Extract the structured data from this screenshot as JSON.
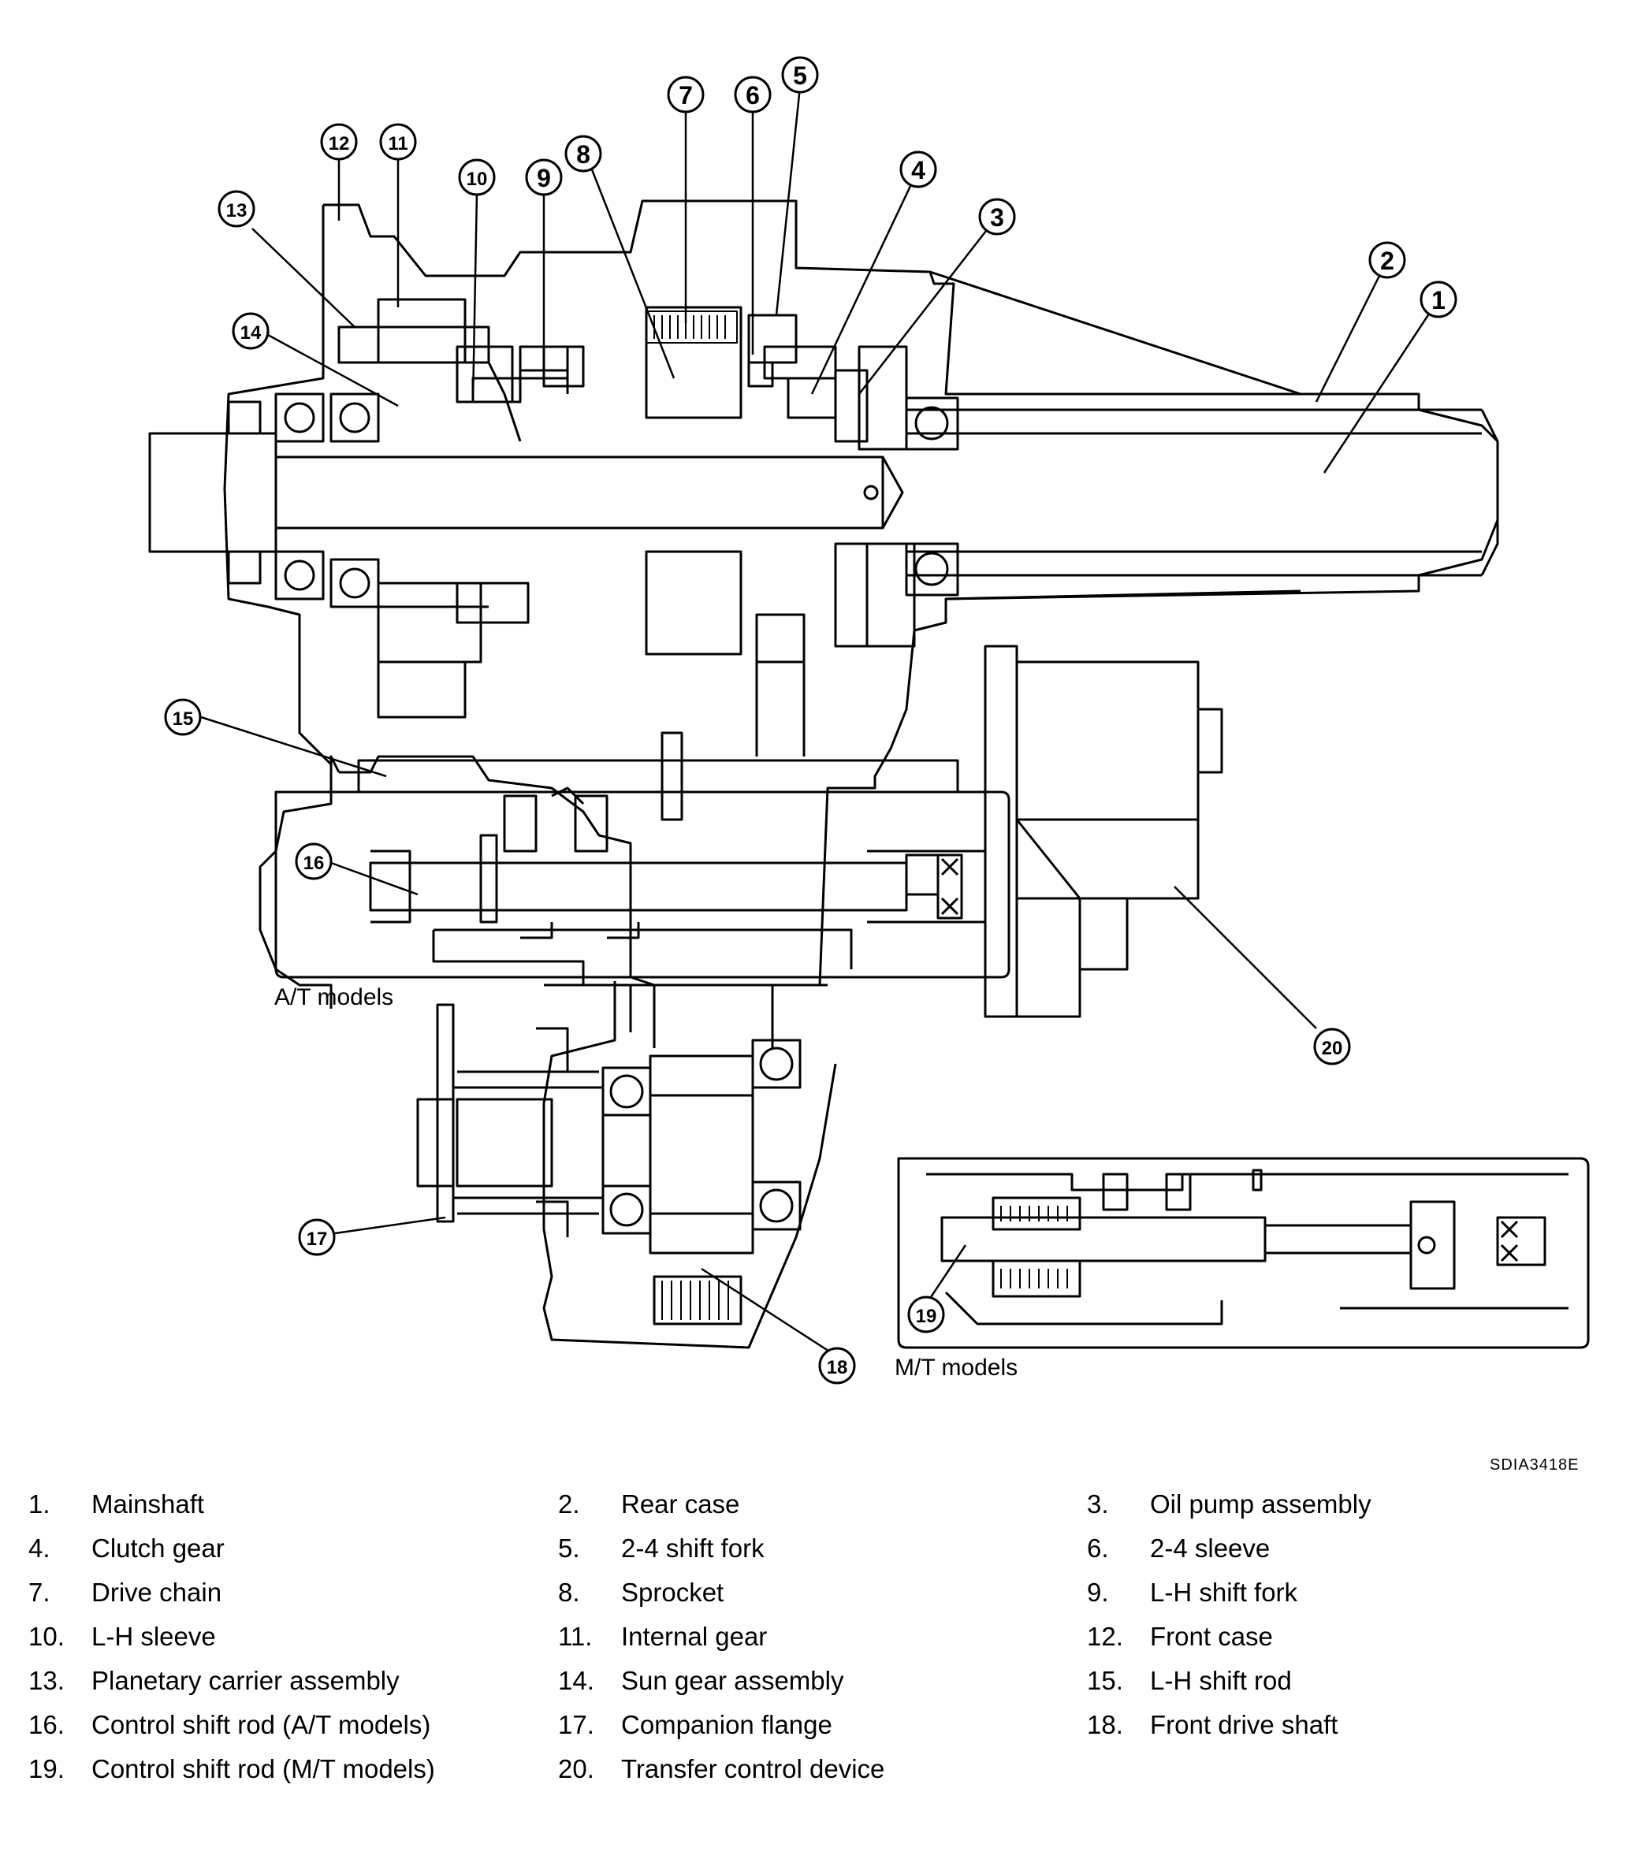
{
  "diagram": {
    "callouts": [
      "1",
      "2",
      "3",
      "4",
      "5",
      "6",
      "7",
      "8",
      "9",
      "10",
      "11",
      "12",
      "13",
      "14",
      "15",
      "16",
      "17",
      "18",
      "19",
      "20"
    ],
    "at_label": "A/T models",
    "mt_label": "M/T models"
  },
  "code": "SDIA3418E",
  "legend": [
    {
      "num": "1.",
      "text": "Mainshaft"
    },
    {
      "num": "2.",
      "text": "Rear case"
    },
    {
      "num": "3.",
      "text": "Oil pump assembly"
    },
    {
      "num": "4.",
      "text": "Clutch gear"
    },
    {
      "num": "5.",
      "text": "2-4 shift fork"
    },
    {
      "num": "6.",
      "text": "2-4 sleeve"
    },
    {
      "num": "7.",
      "text": "Drive chain"
    },
    {
      "num": "8.",
      "text": "Sprocket"
    },
    {
      "num": "9.",
      "text": "L-H shift fork"
    },
    {
      "num": "10.",
      "text": "L-H sleeve"
    },
    {
      "num": "11.",
      "text": "Internal gear"
    },
    {
      "num": "12.",
      "text": "Front case"
    },
    {
      "num": "13.",
      "text": "Planetary carrier assembly"
    },
    {
      "num": "14.",
      "text": "Sun gear assembly"
    },
    {
      "num": "15.",
      "text": "L-H shift rod"
    },
    {
      "num": "16.",
      "text": "Control shift rod (A/T models)"
    },
    {
      "num": "17.",
      "text": "Companion flange"
    },
    {
      "num": "18.",
      "text": "Front drive shaft"
    },
    {
      "num": "19.",
      "text": "Control shift rod (M/T models)"
    },
    {
      "num": "20.",
      "text": "Transfer control device"
    }
  ]
}
